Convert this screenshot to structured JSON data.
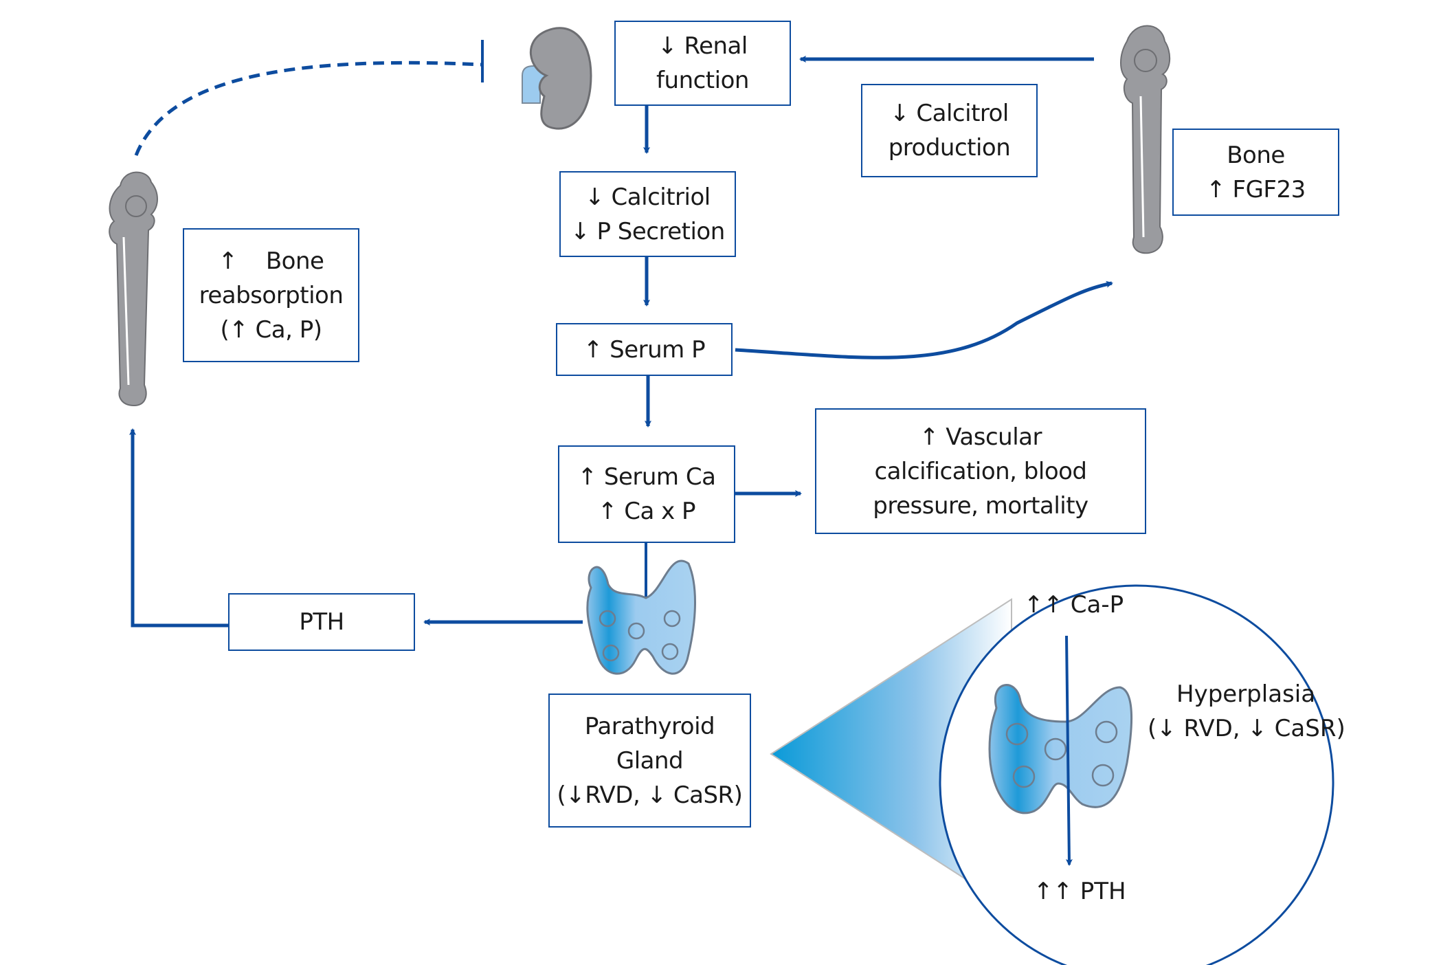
{
  "diagram": {
    "colors": {
      "arrow": "#0d4c9f",
      "bone": "#9a9b9f",
      "kidney": "#9a9b9f",
      "gland": "#8cc3ea",
      "ureter": "#9ccbef"
    },
    "nodes": {
      "renal_function": {
        "lines": [
          "↓  Renal",
          "function"
        ]
      },
      "calcitriol": {
        "lines": [
          "↓  Calcitriol",
          "↓  P Secretion"
        ]
      },
      "serum_p": {
        "lines": [
          "↑  Serum P"
        ]
      },
      "serum_ca": {
        "lines": [
          "↑  Serum Ca",
          "↑  Ca x P"
        ]
      },
      "vascular": {
        "lines": [
          "↑  Vascular",
          "calcification, blood",
          "pressure, mortality"
        ]
      },
      "calcitrol_production": {
        "lines": [
          "↓  Calcitrol",
          "production"
        ]
      },
      "bone_fgf23": {
        "lines": [
          "Bone",
          "↑  FGF23"
        ]
      },
      "bone_reabsorption": {
        "lines": [
          "↑    Bone",
          "reabsorption",
          "(↑  Ca, P)"
        ]
      },
      "pth": {
        "lines": [
          "PTH"
        ]
      },
      "parathyroid_gland": {
        "lines": [
          "Parathyroid",
          "Gland",
          "(↓RVD, ↓ CaSR)"
        ]
      }
    },
    "inset": {
      "top_label": "↑↑  Ca-P",
      "side_label_1": "Hyperplasia",
      "side_label_2": "(↓ RVD, ↓ CaSR)",
      "bottom_label": "↑↑  PTH"
    },
    "icons": [
      "kidney-icon",
      "bone-icon-left",
      "bone-icon-right",
      "parathyroid-gland-icon",
      "parathyroid-gland-inset-icon"
    ]
  }
}
